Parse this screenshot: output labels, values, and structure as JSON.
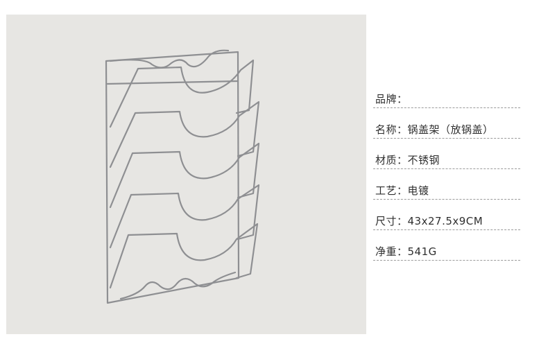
{
  "specs": [
    {
      "label": "品牌：",
      "value": ""
    },
    {
      "label": "名称：",
      "value": "锅盖架（放锅盖）"
    },
    {
      "label": "材质：",
      "value": "不锈钢"
    },
    {
      "label": "工艺：",
      "value": "电镀"
    },
    {
      "label": "尺寸：",
      "value": "43x27.5x9CM"
    },
    {
      "label": "净重：",
      "value": "541G"
    }
  ],
  "colors": {
    "photo_background": "#e7e6e3",
    "wire": "#8e8f92",
    "text": "#2f2f2f",
    "divider": "#9a9a9a"
  }
}
